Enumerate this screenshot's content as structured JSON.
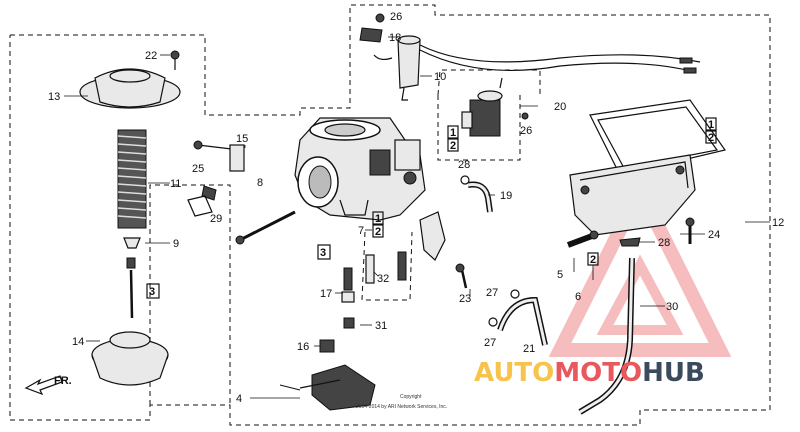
{
  "diagram": {
    "labels": {
      "l1": "1",
      "l2": "2",
      "l3": "3",
      "l4": "4",
      "l5": "5",
      "l6": "6",
      "l7": "7",
      "l8": "8",
      "l9": "9",
      "l10": "10",
      "l11": "11",
      "l12": "12",
      "l13": "13",
      "l14": "14",
      "l15": "15",
      "l16": "16",
      "l17": "17",
      "l18": "18",
      "l19": "19",
      "l20": "20",
      "l21": "21",
      "l22": "22",
      "l23": "23",
      "l24": "24",
      "l25": "25",
      "l26": "26",
      "l28": "28",
      "l29": "29",
      "l30": "30",
      "l31": "31",
      "l32": "32",
      "l27": "27"
    },
    "direction_arrow": "FR.",
    "copyright": [
      "Copyright",
      "2004-2014 by ARI Network Services, Inc."
    ]
  },
  "watermark": {
    "part1": "AUTO",
    "part2": "MOTO",
    "part3": "HUB"
  },
  "colors": {
    "ink": "#111111",
    "wm_yellow": "#f7c34a",
    "wm_red": "#e8585c",
    "wm_dark": "#3b4a5c"
  }
}
